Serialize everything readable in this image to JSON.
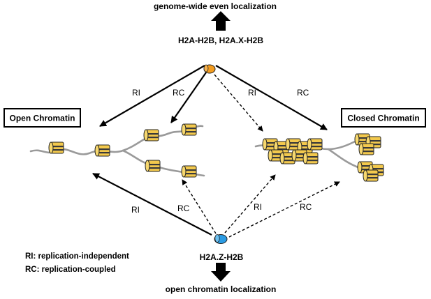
{
  "labels": {
    "top": "genome-wide even localization",
    "top_histone": "H2A-H2B, H2A.X-H2B",
    "bottom_histone": "H2A.Z-H2B",
    "bottom": "open chromatin localization",
    "open_box": "Open Chromatin",
    "closed_box": "Closed Chromatin",
    "arrow_ri": "RI",
    "arrow_rc": "RC"
  },
  "legend": {
    "ri": "RI: replication-independent",
    "rc": "RC: replication-coupled"
  },
  "colors": {
    "h2a_nucleosome": "#f39c1f",
    "h2az_nucleosome": "#2b9be3",
    "chromatin_nucleosome": "#f3c94d",
    "nucleosome_band": "#3a3a3a",
    "dna": "#9a9a9a"
  }
}
